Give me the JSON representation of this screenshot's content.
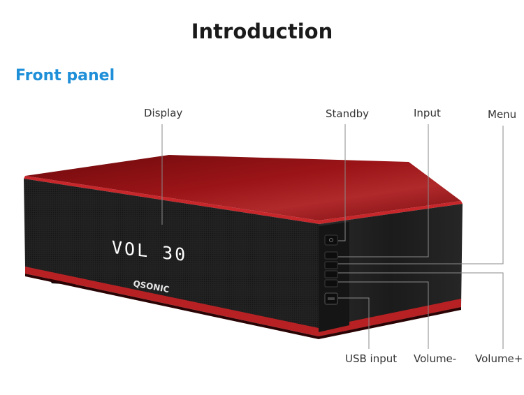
{
  "page": {
    "title": "Introduction",
    "section": "Front panel"
  },
  "labels": {
    "display": "Display",
    "standby": "Standby",
    "input": "Input",
    "menu": "Menu",
    "usb_input": "USB input",
    "volume_down": "Volume-",
    "volume_up": "Volume+"
  },
  "device": {
    "brand": "QSONIC",
    "lcd_text": "VOL 30",
    "buttons": [
      "INPUT",
      "MENU",
      "VOL-",
      "VOL+"
    ]
  },
  "colors": {
    "top_glass": "#8e1013",
    "trim": "#c7262a",
    "grille": "#1f1f1f",
    "accent_blue": "#1e8fd8"
  }
}
